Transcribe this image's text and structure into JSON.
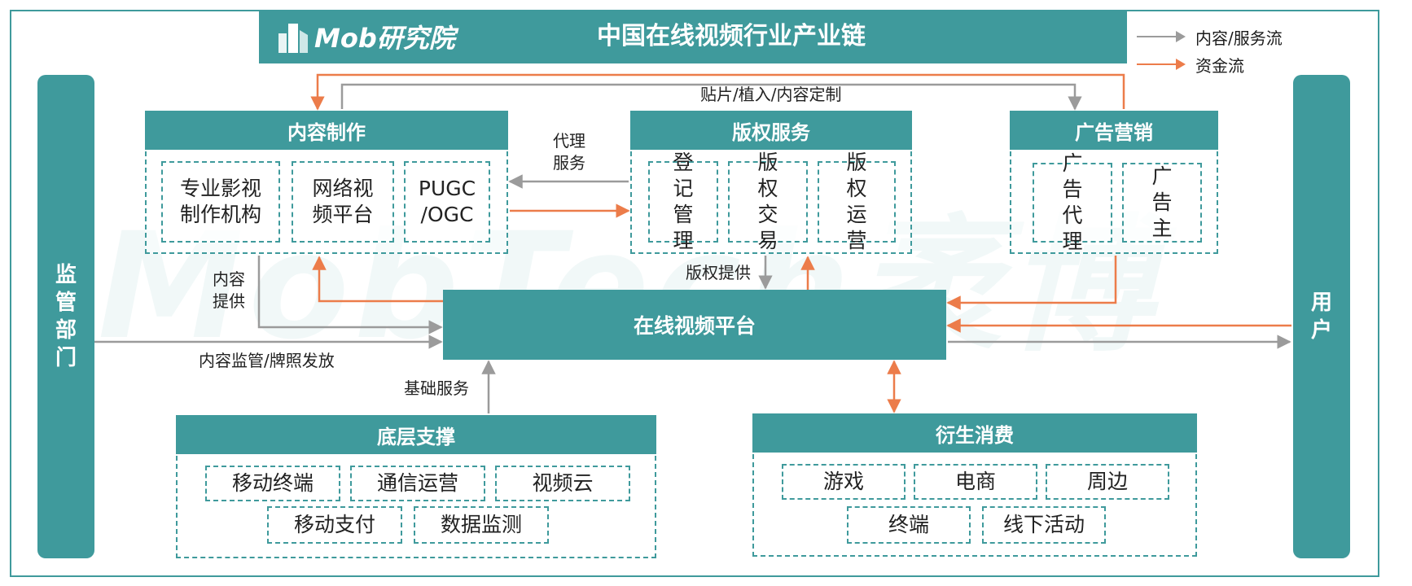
{
  "banner": {
    "logo_text": "Mob研究院",
    "title": "中国在线视频行业产业链"
  },
  "legend": {
    "content_label": "内容/服务流",
    "money_label": "资金流",
    "content_color": "#9b9b9b",
    "money_color": "#ec7c4a"
  },
  "watermark": "MobTech袤博",
  "left_bar": "监管部门",
  "right_bar": "用户",
  "content_production": {
    "title": "内容制作",
    "items": [
      "专业影视制作机构",
      "网络视频平台",
      "PUGC /OGC"
    ]
  },
  "copyright_services": {
    "title": "版权服务",
    "items": [
      "登记管理",
      "版权交易",
      "版权运营"
    ]
  },
  "ad_marketing": {
    "title": "广告营销",
    "items": [
      "广告代理",
      "广告主"
    ]
  },
  "platform": "在线视频平台",
  "infrastructure": {
    "title": "底层支撑",
    "items": [
      "移动终端",
      "通信运营",
      "视频云",
      "移动支付",
      "数据监测"
    ]
  },
  "derivative": {
    "title": "衍生消费",
    "items": [
      "游戏",
      "电商",
      "周边",
      "终端",
      "线下活动"
    ]
  },
  "flow_labels": {
    "top": "贴片/植入/内容定制",
    "agency": "代理服务",
    "copyright_provide": "版权提供",
    "content_provide": "内容提供",
    "regulation": "内容监管/牌照发放",
    "basic_service": "基础服务"
  },
  "colors": {
    "teal": "#3f9a9c",
    "orange": "#ec7c4a",
    "gray": "#9b9b9b"
  }
}
